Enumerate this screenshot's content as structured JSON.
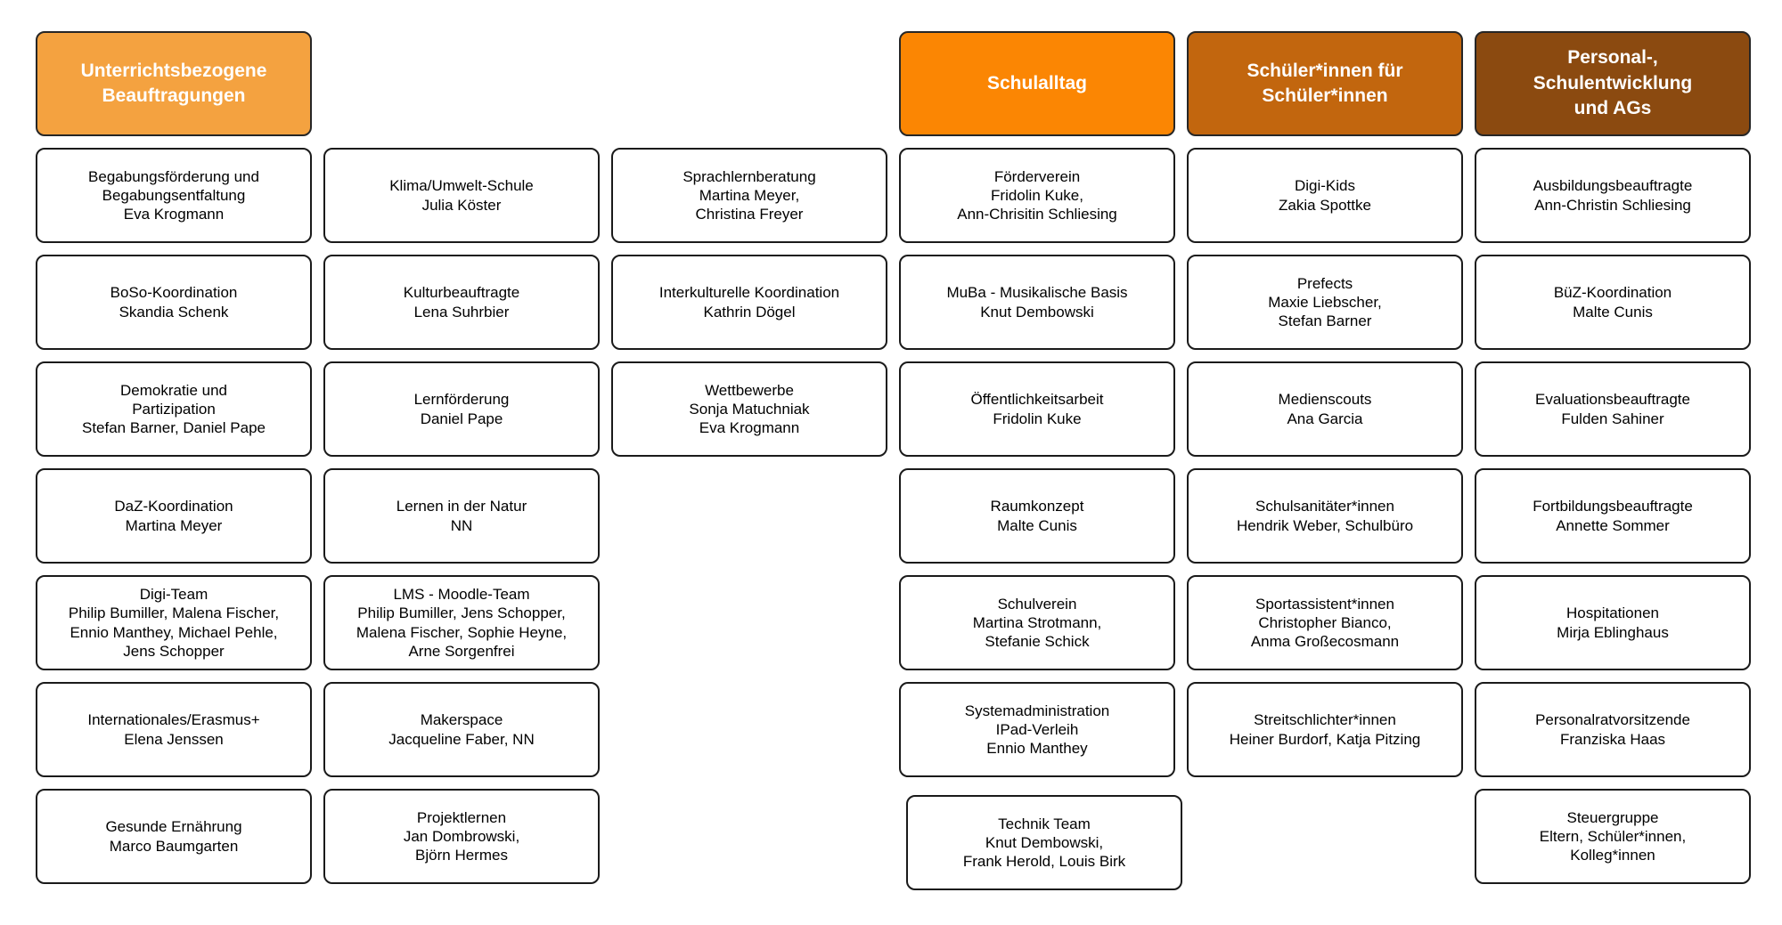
{
  "colors": {
    "header_col1": "#F4A240",
    "header_col4": "#FB8603",
    "header_col5": "#C2660E",
    "header_col6": "#8B4A10",
    "box_border": "#1a1a1a",
    "box_bg": "#ffffff",
    "header_text": "#ffffff",
    "box_text": "#000000"
  },
  "columns": [
    {
      "header": {
        "label": "Unterrichtsbezogene\nBeauftragungen"
      },
      "boxes": [
        {
          "text": "Begabungsförderung und\nBegabungsentfaltung\nEva Krogmann"
        },
        {
          "text": "BoSo-Koordination\nSkandia Schenk"
        },
        {
          "text": "Demokratie und\nPartizipation\nStefan Barner, Daniel Pape"
        },
        {
          "text": "DaZ-Koordination\nMartina Meyer"
        },
        {
          "text": "Digi-Team\nPhilip Bumiller, Malena Fischer,\nEnnio Manthey, Michael Pehle,\nJens Schopper"
        },
        {
          "text": "Internationales/Erasmus+\nElena Jenssen"
        },
        {
          "text": "Gesunde Ernährung\nMarco Baumgarten"
        }
      ]
    },
    {
      "header": null,
      "boxes": [
        {
          "text": "Klima/Umwelt-Schule\nJulia Köster"
        },
        {
          "text": "Kulturbeauftragte\nLena Suhrbier"
        },
        {
          "text": "Lernförderung\nDaniel Pape"
        },
        {
          "text": "Lernen in der Natur\nNN"
        },
        {
          "text": "LMS - Moodle-Team\nPhilip Bumiller, Jens Schopper,\nMalena Fischer,  Sophie Heyne,\nArne Sorgenfrei"
        },
        {
          "text": "Makerspace\nJacqueline Faber, NN"
        },
        {
          "text": "Projektlernen\nJan Dombrowski,\nBjörn Hermes"
        }
      ]
    },
    {
      "header": null,
      "boxes": [
        {
          "text": "Sprachlernberatung\nMartina Meyer,\nChristina Freyer"
        },
        {
          "text": "Interkulturelle Koordination\nKathrin Dögel"
        },
        {
          "text": "Wettbewerbe\nSonja Matuchniak\nEva Krogmann"
        }
      ]
    },
    {
      "header": {
        "label": "Schulalltag"
      },
      "boxes": [
        {
          "text": "Förderverein\nFridolin Kuke,\nAnn-Chrisitin Schliesing"
        },
        {
          "text": "MuBa - Musikalische Basis\nKnut Dembowski"
        },
        {
          "text": "Öffentlichkeitsarbeit\nFridolin Kuke"
        },
        {
          "text": "Raumkonzept\nMalte Cunis"
        },
        {
          "text": "Schulverein\nMartina Strotmann,\nStefanie Schick"
        },
        {
          "text": "Systemadministration\nIPad-Verleih\nEnnio Manthey"
        },
        {
          "text": "Technik Team\nKnut Dembowski,\nFrank Herold, Louis Birk"
        }
      ]
    },
    {
      "header": {
        "label": "Schüler*innen für\nSchüler*innen"
      },
      "boxes": [
        {
          "text": "Digi-Kids\nZakia Spottke"
        },
        {
          "text": "Prefects\nMaxie Liebscher,\nStefan Barner"
        },
        {
          "text": "Medienscouts\nAna Garcia"
        },
        {
          "text": "Schulsanitäter*innen\nHendrik Weber, Schulbüro"
        },
        {
          "text": "Sportassistent*innen\nChristopher Bianco,\nAnma Großecosmann"
        },
        {
          "text": "Streitschlichter*innen\nHeiner Burdorf, Katja Pitzing"
        }
      ]
    },
    {
      "header": {
        "label": "Personal-,\nSchulentwicklung\nund AGs"
      },
      "boxes": [
        {
          "text": "Ausbildungsbeauftragte\nAnn-Christin Schliesing"
        },
        {
          "text": "BüZ-Koordination\nMalte Cunis"
        },
        {
          "text": "Evaluationsbeauftragte\nFulden Sahiner"
        },
        {
          "text": "Fortbildungsbeauftragte\nAnnette Sommer"
        },
        {
          "text": "Hospitationen\nMirja Eblinghaus"
        },
        {
          "text": "Personalratvorsitzende\nFranziska Haas"
        },
        {
          "text": "Steuergruppe\nEltern, Schüler*innen,\nKolleg*innen"
        }
      ]
    }
  ]
}
